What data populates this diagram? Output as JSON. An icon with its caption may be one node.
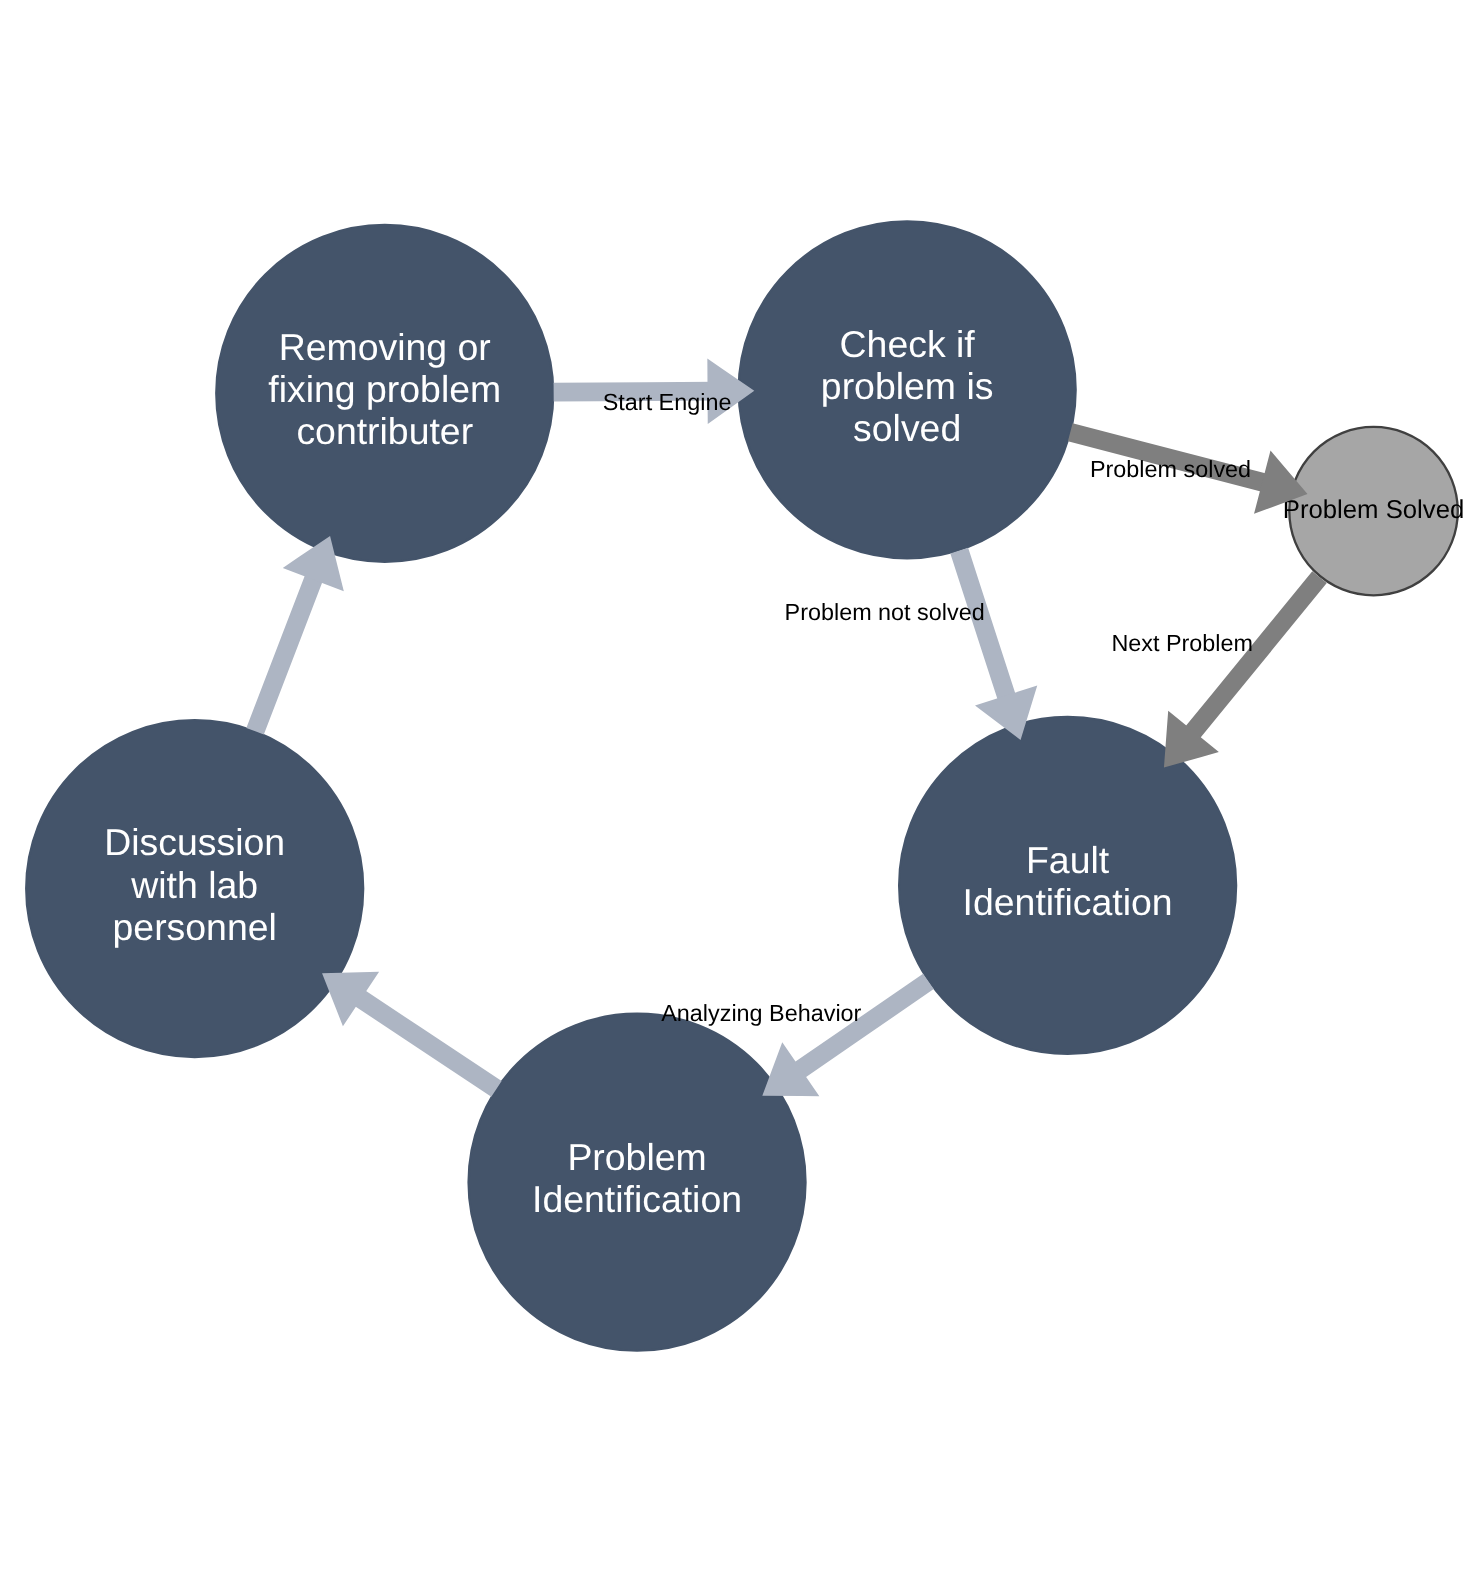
{
  "diagram": {
    "nodes": [
      {
        "text": [
          "Problem Solved"
        ]
      },
      {
        "text": [
          "Fault Identification"
        ]
      },
      {
        "text": [
          "Problem Identification"
        ]
      },
      {
        "text": [
          "Discussion with lab personnel"
        ]
      },
      {
        "text": [
          "Removing or fixing problem contributer"
        ]
      },
      {
        "text": [
          "Check if problem is solved"
        ]
      }
    ],
    "edges": [
      {
        "from": 0,
        "to": 1,
        "arrow": "to",
        "label": "Next Problem",
        "color": "#7f7f7f"
      },
      {
        "from": 1,
        "to": 2,
        "arrow": "to",
        "label": "Analyzing Behavior"
      },
      {
        "from": 2,
        "to": 3,
        "arrow": "to"
      },
      {
        "from": 3,
        "to": 4,
        "arrow": "to"
      },
      {
        "from": 4,
        "to": 5,
        "arrow": "to",
        "label": "Start Engine"
      },
      {
        "from": 5,
        "to": 1,
        "arrow": "to",
        "label": "Problem not solved"
      },
      {
        "from": 5,
        "to": 0,
        "arrow": "to",
        "label": "Problem solved",
        "color": "#7f7f7f"
      }
    ]
  }
}
